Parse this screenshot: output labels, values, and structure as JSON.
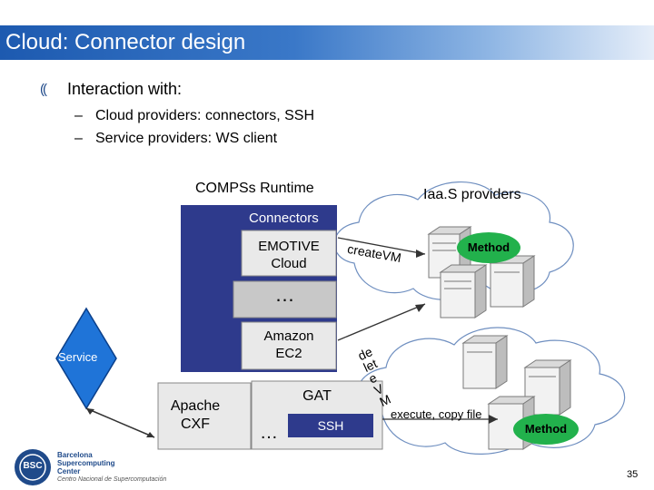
{
  "title": "Cloud: Connector design",
  "intro": {
    "heading": "Interaction with:",
    "items": [
      "Cloud providers: connectors, SSH",
      "Service providers: WS client"
    ]
  },
  "diagram": {
    "runtime_label": "COMPSs Runtime",
    "iaas_label": "Iaa.S providers",
    "connectors_label": "Connectors",
    "emotive_label": "EMOTIVE Cloud",
    "dots": "…",
    "amazon_label": "Amazon EC2",
    "gat_label": "GAT",
    "ssh_label": "SSH",
    "ellipsis": "…",
    "apache_label": "Apache CXF",
    "service_label": "Service",
    "create_vm": "createVM",
    "delete_vm": "deleteVM",
    "execute_label": "execute, copy file",
    "method_top": "Method",
    "method_bottom": "Method"
  },
  "logo": {
    "abbrev": "BSC",
    "line1": "Barcelona",
    "line2": "Supercomputing",
    "line3": "Center",
    "line4": "Centro Nacional de Supercomputación"
  },
  "page_number": "35",
  "colors": {
    "title_bar": "#1d5ab0",
    "runtime_box": "#2e3a8c",
    "method_green": "#22b14c",
    "service_diamond": "#1f74d8",
    "cloud_outline": "#6f8fc0"
  }
}
